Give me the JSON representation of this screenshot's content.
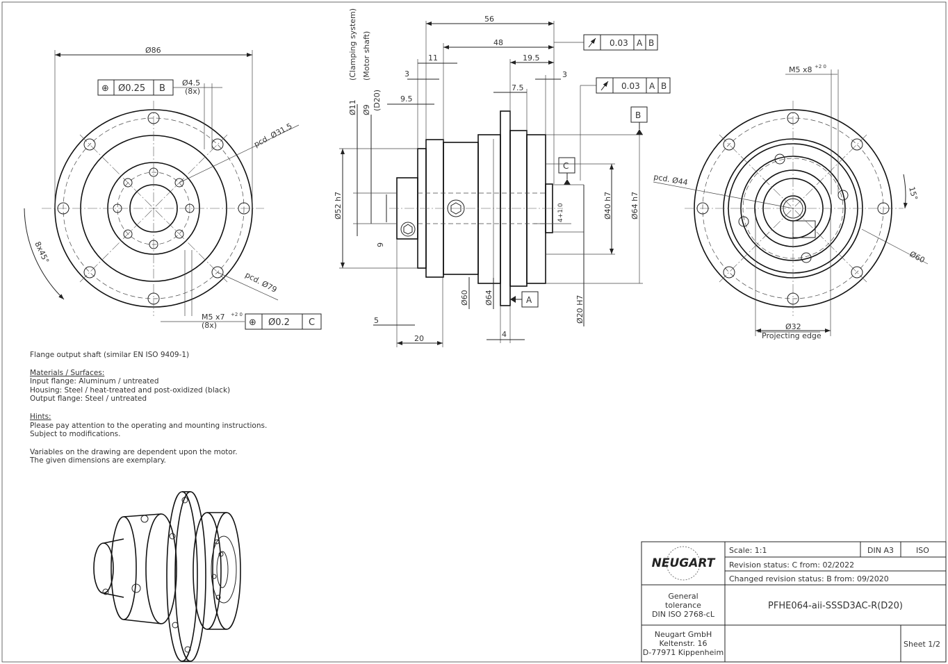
{
  "left_view": {
    "dia_86": "Ø86",
    "fcf_symbol": "⊕",
    "fcf_tol": "Ø0.25",
    "fcf_datum": "B",
    "hole_dia": "Ø4.5",
    "hole_count": "(8x)",
    "pcd_31_5": "pcd. Ø31.5",
    "pcd_79": "pcd. Ø79",
    "angle": "8x45°",
    "thread": "M5 x7",
    "thread_tol": "+2 0",
    "thread_count": "(8x)",
    "fcf2_tol": "Ø0.2",
    "fcf2_datum": "C"
  },
  "side_view": {
    "dim_56": "56",
    "dim_48": "48",
    "dim_11": "11",
    "dim_3a": "3",
    "dim_19_5": "19.5",
    "dim_3b": "3",
    "dim_7_5": "7.5",
    "dim_9_5": "9.5",
    "dim_5": "5",
    "dim_20": "20",
    "dim_4": "4",
    "dim_9": "9",
    "runout1_tol": "0.03",
    "runout1_datums": [
      "A",
      "B"
    ],
    "runout2_tol": "0.03",
    "runout2_datums": [
      "A",
      "B"
    ],
    "label_clamping": "(Clamping system)",
    "label_motor": "(Motor shaft)",
    "d11": "Ø11",
    "d9": "Ø9",
    "d20_paren": "(D20)",
    "d52": "Ø52 h7",
    "d60": "Ø60",
    "d64": "Ø64",
    "d40": "Ø40 h7",
    "d64h7": "Ø64 h7",
    "d20h7": "Ø20  H7",
    "small_tol": "4+1 0",
    "datum_a": "A",
    "datum_b": "B",
    "datum_c": "C"
  },
  "right_view": {
    "thread": "M5 x8",
    "thread_tol": "+2 0",
    "pcd_44": "pcd. Ø44",
    "angle": "15°",
    "d60": "Ø60",
    "d32": "Ø32",
    "projecting": "Projecting edge"
  },
  "notes": {
    "line1": "Flange output shaft (similar EN ISO 9409-1)",
    "materials_title": "Materials / Surfaces:",
    "materials": [
      "Input flange: Aluminum / untreated",
      "Housing: Steel / heat-treated and post-oxidized (black)",
      "Output flange: Steel / untreated"
    ],
    "hints_title": "Hints:",
    "hints": [
      "Please pay attention to the operating and mounting instructions.",
      "Subject to modifications."
    ],
    "variables": [
      "Variables on the drawing are dependent upon the motor.",
      "The given dimensions are exemplary."
    ]
  },
  "title_block": {
    "logo": "NEUGART",
    "scale": "Scale: 1:1",
    "format": "DIN A3",
    "standard": "ISO",
    "revision": "Revision status: C   from: 02/2022",
    "changed": "Changed revision status: B   from: 09/2020",
    "tolerance": [
      "General",
      "tolerance",
      "DIN ISO 2768-cL"
    ],
    "part_number": "PFHE064-aii-SSSD3AC-R(D20)",
    "company": [
      "Neugart GmbH",
      "Keltenstr. 16",
      "D-77971 Kippenheim"
    ],
    "sheet": "Sheet 1/2"
  }
}
